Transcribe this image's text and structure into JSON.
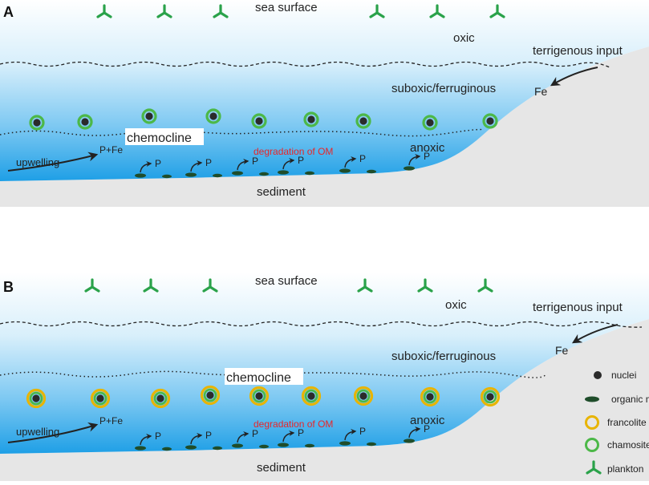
{
  "panels": [
    {
      "label": "A",
      "sea_surface": "sea surface",
      "oxic": "oxic",
      "terrigenous_input": "terrigenous input",
      "fe": "Fe",
      "suboxic": "suboxic/ferruginous",
      "chemocline": "chemocline",
      "degradation": "degradation of OM",
      "anoxic": "anoxic",
      "upwelling": "upwelling",
      "p_fe": "P+Fe",
      "p": "P",
      "sediment": "sediment",
      "grain_type": "chamosite"
    },
    {
      "label": "B",
      "sea_surface": "sea surface",
      "oxic": "oxic",
      "terrigenous_input": "terrigenous input",
      "fe": "Fe",
      "suboxic": "suboxic/ferruginous",
      "chemocline": "chemocline",
      "degradation": "degradation of OM",
      "anoxic": "anoxic",
      "upwelling": "upwelling",
      "p_fe": "P+Fe",
      "p": "P",
      "sediment": "sediment",
      "grain_type": "francolite-over-chamosite"
    }
  ],
  "legend": [
    {
      "key": "nuclei",
      "label": "nuclei"
    },
    {
      "key": "organic-matter",
      "label": "organic matter"
    },
    {
      "key": "francolite-layer",
      "label": "francolite layer"
    },
    {
      "key": "chamosite-layer",
      "label": "chamosite layer"
    },
    {
      "key": "plankton",
      "label": "plankton"
    }
  ],
  "colors": {
    "water_top": "#ffffff",
    "water_bottom": "#1e9fe6",
    "sediment": "#e6e6e6",
    "chamosite": "#4cb848",
    "francolite": "#e8b400",
    "nuclei": "#2b2b2b",
    "organic_matter": "#1f4d2b",
    "plankton": "#2aa24a",
    "degradation_text": "#e8262a",
    "text": "#222222"
  }
}
